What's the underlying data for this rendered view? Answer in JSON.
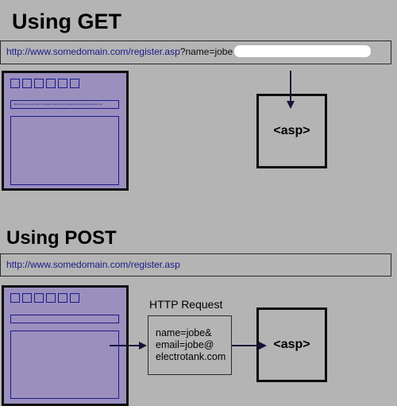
{
  "get_section": {
    "title": "Using GET",
    "url_base": "http://www.somedomain.com/register.asp",
    "url_query": "?name=jobe",
    "mini_url": "http://www.somedomain.com/register.asp?name=jobe&email=jobe@electrotank.com",
    "server_label": "<asp>"
  },
  "post_section": {
    "title": "Using POST",
    "url": "http://www.somedomain.com/register.asp",
    "http_label": "HTTP Request",
    "request_lines": [
      "name=jobe&",
      "email=jobe@",
      "electrotank.com"
    ],
    "server_label": "<asp>"
  },
  "colors": {
    "background": "#b4b4b4",
    "browser_fill": "#9b8fbe",
    "url_text": "#1a1a88",
    "outline": "#0d0d0d"
  }
}
